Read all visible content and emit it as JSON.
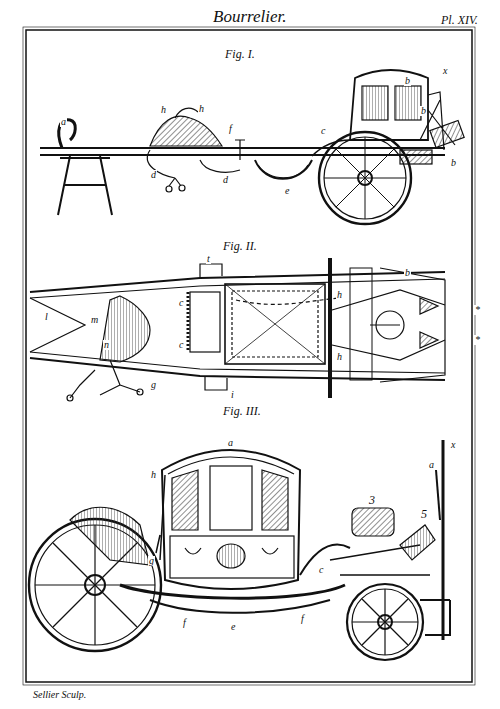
{
  "diagram": {
    "title": "Bourrelier.",
    "labels": [
      "Pl. XIV.",
      "Fig. I.",
      "a",
      "h",
      "h",
      "f",
      "d",
      "d",
      "e",
      "c",
      "x",
      "b",
      "b",
      "b",
      "Fig. II.",
      "t",
      "l",
      "m",
      "n",
      "c",
      "c",
      "g",
      "i",
      "h",
      "h",
      "b",
      "*",
      "*",
      "Fig. III.",
      "a",
      "h",
      "g",
      "3",
      "5",
      "a",
      "x",
      "f",
      "e",
      "f",
      "c",
      "Sellier Sculp."
    ]
  }
}
